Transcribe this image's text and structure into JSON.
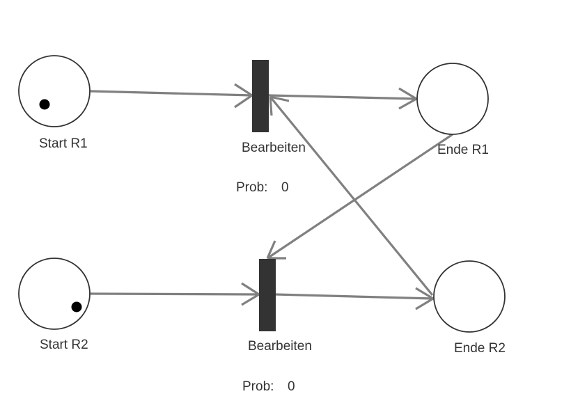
{
  "diagram": {
    "type": "petri-net",
    "places": [
      {
        "id": "start_r1",
        "label": "Start R1",
        "tokens": 1
      },
      {
        "id": "start_r2",
        "label": "Start R2",
        "tokens": 1
      },
      {
        "id": "ende_r1",
        "label": "Ende R1",
        "tokens": 0
      },
      {
        "id": "ende_r2",
        "label": "Ende R2",
        "tokens": 0
      }
    ],
    "transitions": [
      {
        "id": "t1",
        "label": "Bearbeiten",
        "prob_label": "Prob:",
        "prob_value": "0"
      },
      {
        "id": "t2",
        "label": "Bearbeiten",
        "prob_label": "Prob:",
        "prob_value": "0"
      }
    ],
    "arcs": [
      {
        "from": "start_r1",
        "to": "t1"
      },
      {
        "from": "t1",
        "to": "ende_r1"
      },
      {
        "from": "ende_r2",
        "to": "t1"
      },
      {
        "from": "start_r2",
        "to": "t2"
      },
      {
        "from": "t2",
        "to": "ende_r2"
      },
      {
        "from": "ende_r1",
        "to": "t2"
      }
    ],
    "colors": {
      "arc": "#808080",
      "transition": "#333333",
      "place_stroke": "#333333",
      "token": "#000000"
    }
  }
}
